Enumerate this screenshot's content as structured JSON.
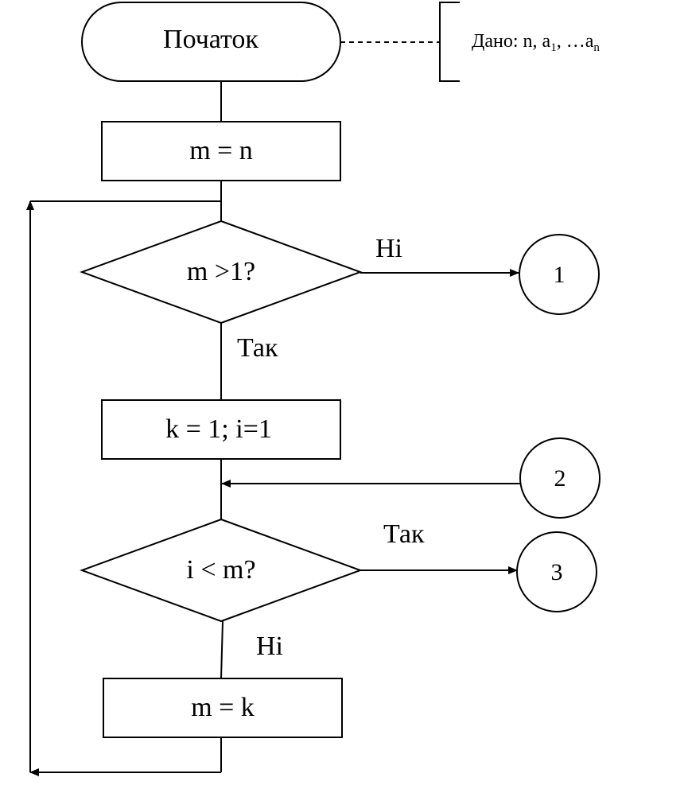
{
  "start": {
    "label": "Початок"
  },
  "given": {
    "prefix": "Дано: n, a",
    "sub1": "1",
    "middle": ", …a",
    "sub2": "n"
  },
  "process1": {
    "label": "m = n"
  },
  "decision1": {
    "label": "m >1?",
    "no_label": "Ні",
    "yes_label": "Так"
  },
  "connector1": {
    "label": "1"
  },
  "process2": {
    "label": "k = 1; i=1"
  },
  "connector2": {
    "label": "2"
  },
  "decision2": {
    "label": "i < m?",
    "yes_label": "Так",
    "no_label": "Ні"
  },
  "connector3": {
    "label": "3"
  },
  "process3": {
    "label": "m = k"
  }
}
